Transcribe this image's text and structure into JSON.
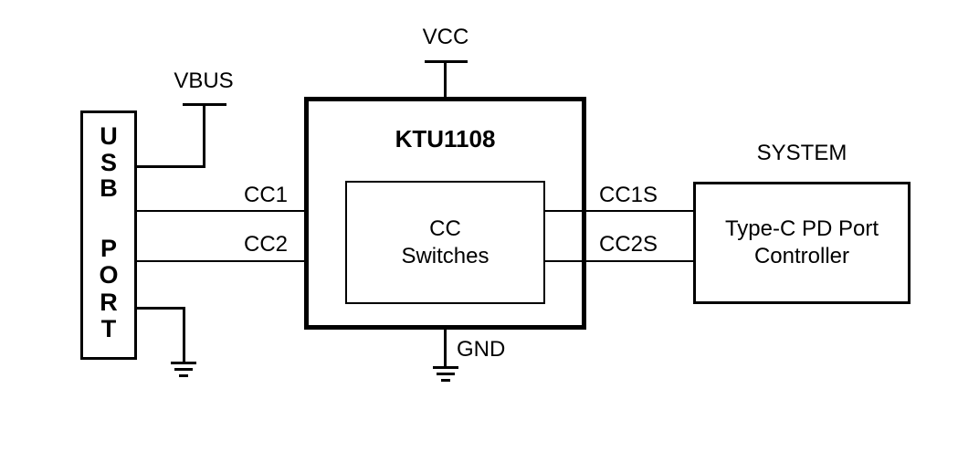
{
  "labels": {
    "vcc": "VCC",
    "vbus": "VBUS",
    "gnd": "GND",
    "cc1": "CC1",
    "cc2": "CC2",
    "cc1s": "CC1S",
    "cc2s": "CC2S",
    "system": "SYSTEM"
  },
  "chip": {
    "name": "KTU1108",
    "block_line1": "CC",
    "block_line2": "Switches"
  },
  "usb_port": {
    "letters": [
      "U",
      "S",
      "B",
      "P",
      "O",
      "R",
      "T"
    ]
  },
  "controller": {
    "line1": "Type-C PD Port",
    "line2": "Controller"
  },
  "colors": {
    "line": "#000000",
    "background": "#ffffff"
  }
}
